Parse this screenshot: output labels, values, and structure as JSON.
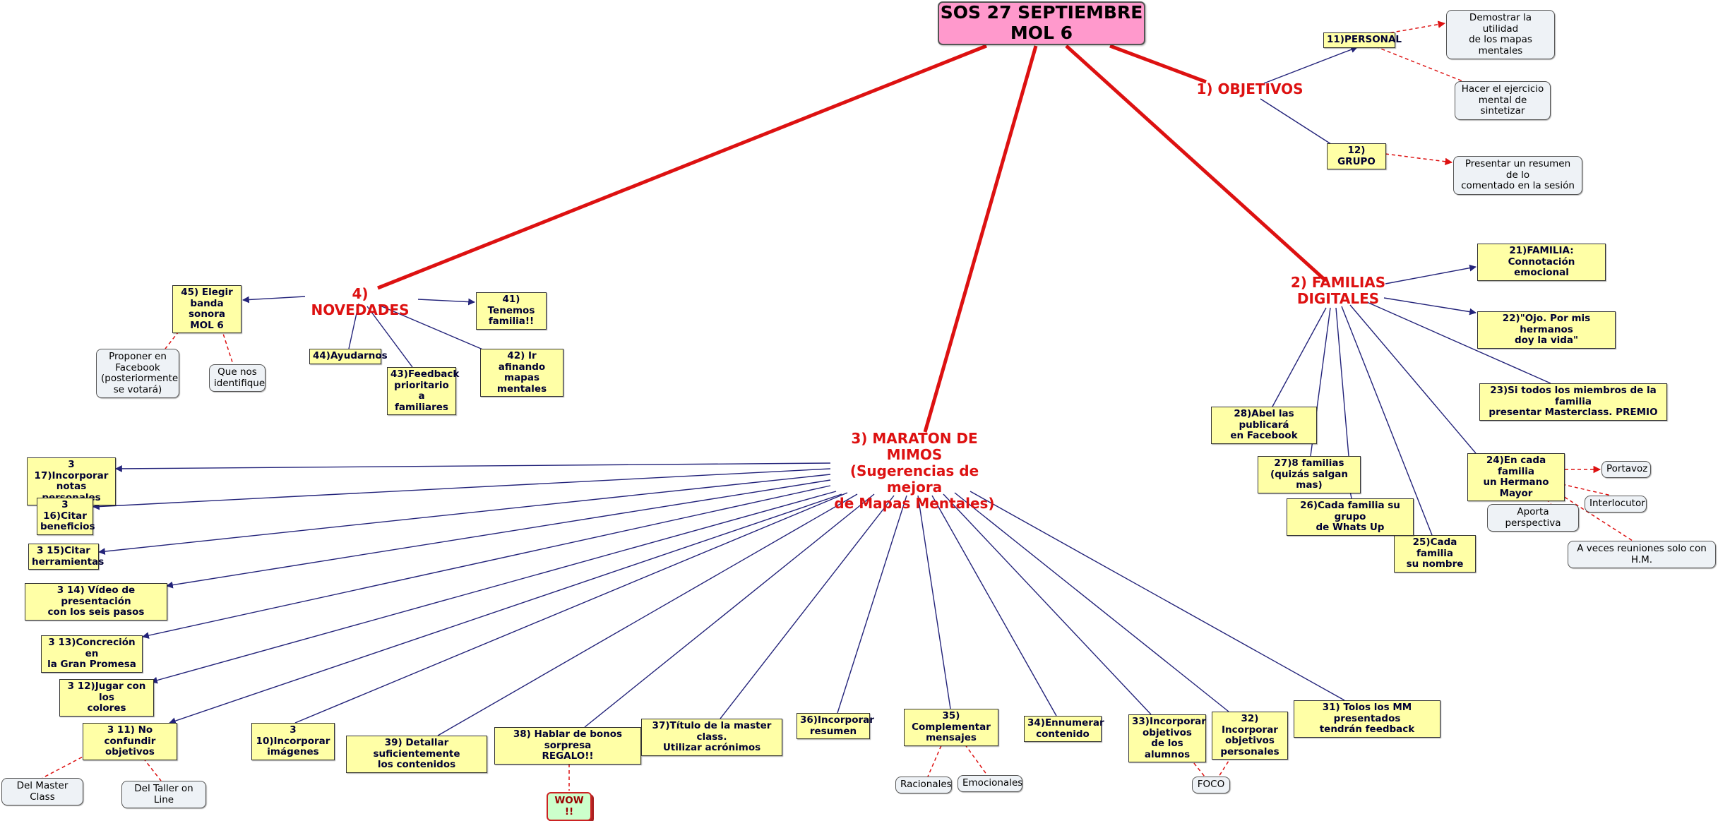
{
  "colors": {
    "main_link": "#dd1111",
    "sub_link": "#23237a",
    "dashed_link": "#dd1111",
    "accent_text": "#dd1111"
  },
  "root": {
    "title": "SOS 27 SEPTIEMBRE\nMOL 6"
  },
  "objetivos": {
    "title": "1) OBJETIVOS",
    "personal": "11)PERSONAL",
    "personal_notes": [
      "Demostrar la utilidad\nde los mapas mentales",
      "Hacer el ejercicio\nmental de sintetizar"
    ],
    "grupo": "12) GRUPO",
    "grupo_note": "Presentar un resumen de lo\ncomentado en la sesión"
  },
  "familias": {
    "title": "2) FAMILIAS\nDIGITALES",
    "items": {
      "n21": "21)FAMILIA: Connotación\nemocional",
      "n22": "22)\"Ojo. Por mis hermanos\ndoy la vida\"",
      "n23": "23)Si todos los miembros de la familia\npresentar Masterclass. PREMIO",
      "n24": "24)En cada familia\nun Hermano Mayor",
      "n25": "25)Cada familia\nsu nombre",
      "n26": "26)Cada familia su grupo\nde Whats Up",
      "n27": "27)8 familias\n(quizás salgan mas)",
      "n28": "28)Abel las publicará\nen Facebook"
    },
    "hermano_notes": [
      "Portavoz",
      "Interlocutor",
      "Aporta perspectiva",
      "A veces reuniones solo con H.M."
    ]
  },
  "maraton": {
    "title": "3) MARATON DE\nMIMOS\n(Sugerencias de mejora\nde Mapas Mentales)",
    "items": {
      "n317": "3 17)Incorporar\nnotas personales",
      "n316": "3 16)Citar\nbeneficios",
      "n315": "3 15)Citar\nherramientas",
      "n314": "3 14) Vídeo de presentación\ncon los seis pasos",
      "n313": "3 13)Concreción en\nla Gran Promesa",
      "n312": "3 12)Jugar con los\ncolores",
      "n311": "3 11) No confundir\nobjetivos",
      "n310": "3 10)Incorporar\nimágenes",
      "n39": "39) Detallar suficientemente\nlos contenidos",
      "n38": "38) Hablar de bonos sorpresa\nREGALO!!",
      "n37": "37)Título de la master class.\nUtilizar acrónimos",
      "n36": "36)Incorporar\nresumen",
      "n35": "35) Complementar\nmensajes",
      "n34": "34)Ennumerar\ncontenido",
      "n33": "33)Incorporar\nobjetivos\nde los alumnos",
      "n32": "32) Incorporar\nobjetivos\npersonales",
      "n31": "31) Tolos los MM presentados\ntendrán feedback"
    },
    "objetivos_notes": [
      "Del Master Class",
      "Del Taller on Line"
    ],
    "wow": "WOW !!",
    "mensajes_notes": [
      "Racionales",
      "Emocionales"
    ],
    "foco": "FOCO"
  },
  "novedades": {
    "title": "4) NOVEDADES",
    "items": {
      "n41": "41) Tenemos\nfamilia!!",
      "n42": "42) Ir afinando\nmapas mentales",
      "n43": "43)Feedback\nprioritario a\nfamiliares",
      "n44": "44)Ayudarnos",
      "n45": "45) Elegir\nbanda sonora\nMOL 6"
    },
    "banda_notes": [
      "Proponer en\nFacebook\n(posteriormente\nse votará)",
      "Que nos\nidentifique"
    ]
  }
}
